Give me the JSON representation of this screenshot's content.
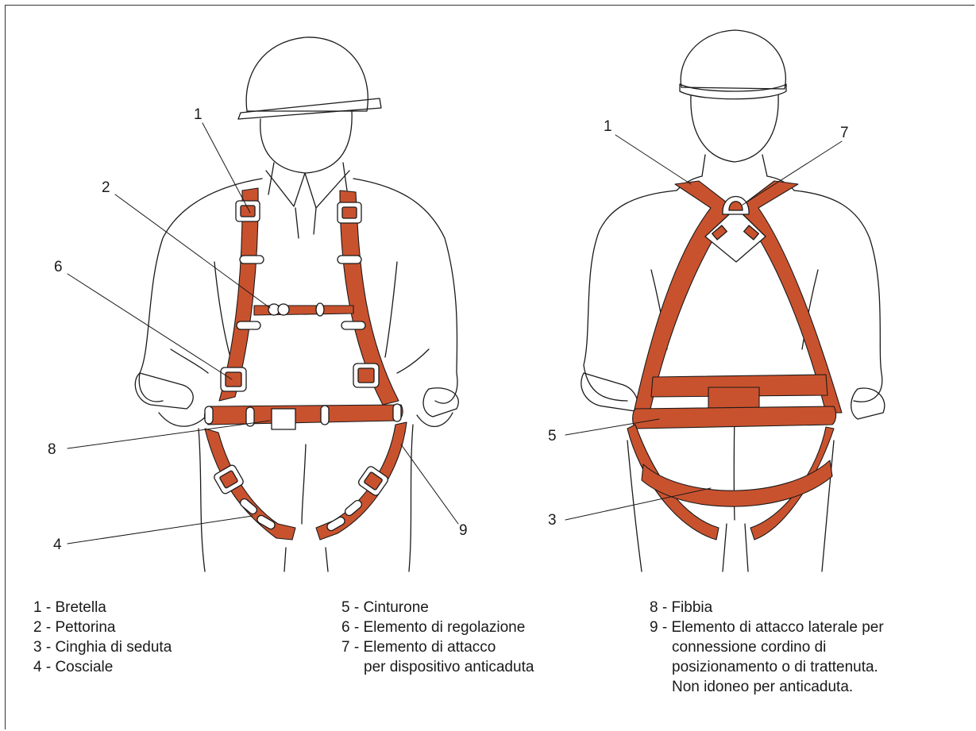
{
  "callouts": {
    "front": [
      "1",
      "2",
      "6",
      "8",
      "4",
      "9"
    ],
    "back": [
      "1",
      "7",
      "5",
      "3"
    ]
  },
  "legend": {
    "col1": [
      "1 - Bretella",
      "2 - Pettorina",
      "3 - Cinghia di seduta",
      "4 - Cosciale"
    ],
    "col2": [
      "5 - Cinturone",
      "6 - Elemento di regolazione",
      "7 - Elemento di attacco",
      "per dispositivo anticaduta"
    ],
    "col3": [
      "8 - Fibbia",
      "9 - Elemento di attacco laterale per",
      "connessione cordino di",
      "posizionamento o di trattenuta.",
      "Non idoneo per anticaduta."
    ]
  },
  "colors": {
    "strap": "#c9522e",
    "outline": "#1a1a1a",
    "background": "#ffffff"
  }
}
